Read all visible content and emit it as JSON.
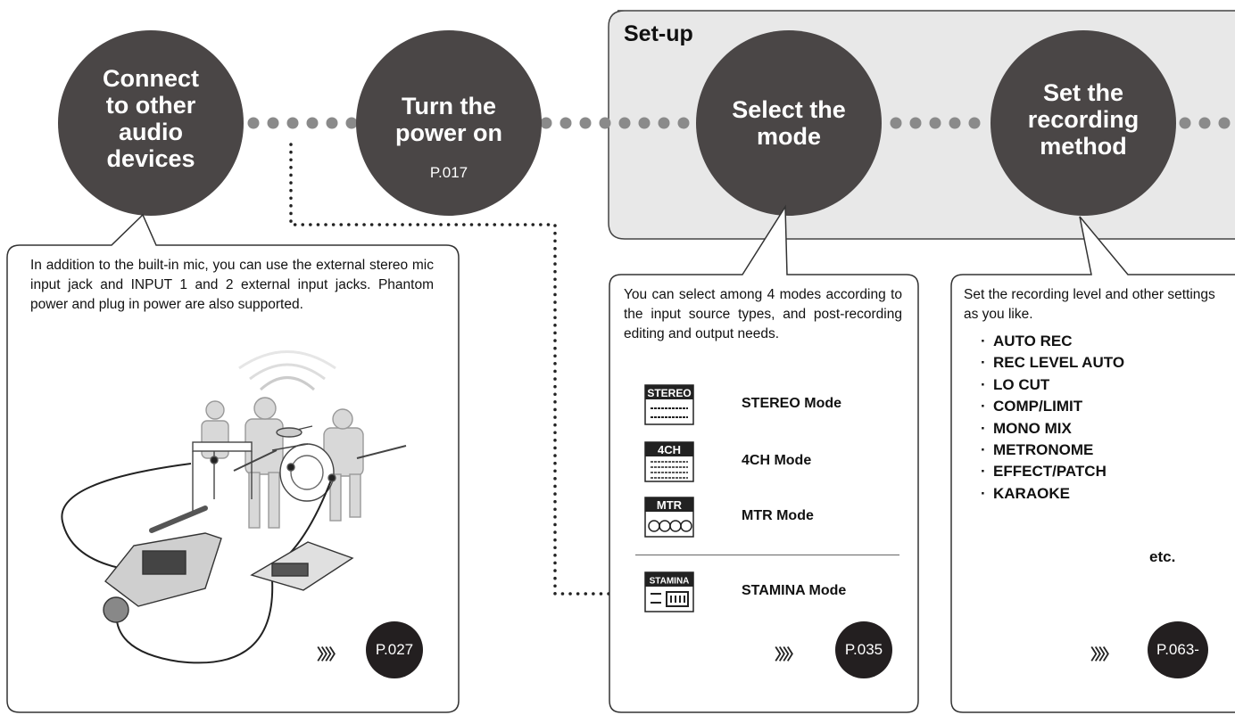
{
  "setup_label": "Set-up",
  "steps": [
    {
      "id": "connect",
      "title": [
        "Connect",
        "to other",
        "audio",
        "devices"
      ],
      "page": ""
    },
    {
      "id": "power",
      "title": [
        "Turn the",
        "power on"
      ],
      "page": "P.017"
    },
    {
      "id": "mode",
      "title": [
        "Select the",
        "mode"
      ],
      "page": ""
    },
    {
      "id": "method",
      "title": [
        "Set the",
        "recording",
        "method"
      ],
      "page": ""
    }
  ],
  "connect_panel": {
    "text": "In addition to the built-in mic, you can use the external stereo mic input jack and INPUT 1 and 2 external input jacks. Phantom power and plug in power are also supported.",
    "page_ref": "P.027",
    "chevrons": "〉〉〉〉"
  },
  "mode_panel": {
    "text": "You can select among 4 modes according to the input source types, and post-recording editing and output needs.",
    "modes": [
      {
        "icon_label": "STEREO",
        "name": "STEREO Mode"
      },
      {
        "icon_label": "4CH",
        "name": "4CH Mode"
      },
      {
        "icon_label": "MTR",
        "name": "MTR Mode"
      },
      {
        "icon_label": "STAMINA",
        "name": "STAMINA Mode"
      }
    ],
    "page_ref": "P.035",
    "chevrons": "〉〉〉〉"
  },
  "method_panel": {
    "text": "Set the recording level and other settings as you like.",
    "bullets": [
      "AUTO REC",
      "REC LEVEL AUTO",
      "LO CUT",
      "COMP/LIMIT",
      "MONO MIX",
      "METRONOME",
      "EFFECT/PATCH",
      "KARAOKE"
    ],
    "bullet_suffix": "etc.",
    "page_ref": "P.063-",
    "chevrons": "〉〉〉〉"
  },
  "icons": [
    "stereo-mode-icon",
    "4ch-mode-icon",
    "mtr-mode-icon",
    "stamina-mode-icon",
    "chevrons-icon",
    "band-recording-illustration"
  ],
  "colors": {
    "circle": "#4a4646",
    "setup_bg": "#e8e8e8",
    "page_badge": "#231f20",
    "dots": "#888888"
  }
}
